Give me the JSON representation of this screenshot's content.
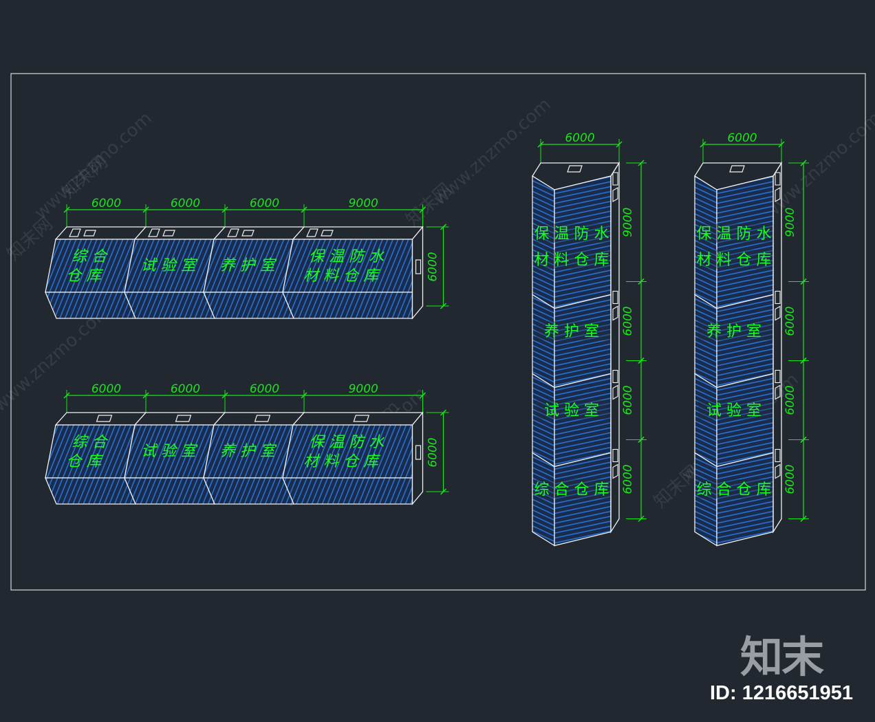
{
  "drawing": {
    "horizontal_elevations": [
      {
        "dimensions": [
          6000,
          6000,
          6000,
          9000
        ],
        "height_dimension": 6000,
        "rooms": [
          [
            "综 合",
            "仓 库"
          ],
          [
            "试 验 室"
          ],
          [
            "养 护 室"
          ],
          [
            "保 温 防 水",
            "材 料 仓 库"
          ]
        ],
        "top_icons": "door-and-window"
      },
      {
        "dimensions": [
          6000,
          6000,
          6000,
          9000
        ],
        "height_dimension": 6000,
        "rooms": [
          [
            "综 合",
            "仓 库"
          ],
          [
            "试 验 室"
          ],
          [
            "养 护 室"
          ],
          [
            "保 温 防 水",
            "材 料 仓 库"
          ]
        ],
        "top_icons": "window"
      }
    ],
    "vertical_elevations": [
      {
        "width_dimension": 6000,
        "dimensions": [
          9000,
          6000,
          6000,
          6000
        ],
        "rooms": [
          [
            "保 温 防 水",
            "材 料 仓 库"
          ],
          [
            "养 护 室"
          ],
          [
            "试 验 室"
          ],
          [
            "综 合 仓 库"
          ]
        ]
      },
      {
        "width_dimension": 6000,
        "dimensions": [
          9000,
          6000,
          6000,
          6000
        ],
        "rooms": [
          [
            "保 温 防 水",
            "材 料 仓 库"
          ],
          [
            "养 护 室"
          ],
          [
            "试 验 室"
          ],
          [
            "综 合 仓 库"
          ]
        ]
      }
    ]
  },
  "watermark": {
    "site": "www.znzmo.com",
    "brand": "知末网"
  },
  "logo": {
    "text": "知末",
    "id": "ID: 1216651951"
  },
  "colors": {
    "background": "#212830",
    "dimension": "#19e619",
    "label": "#19ff19",
    "hatch": "#2a7be0",
    "outline": "#ffffff"
  }
}
